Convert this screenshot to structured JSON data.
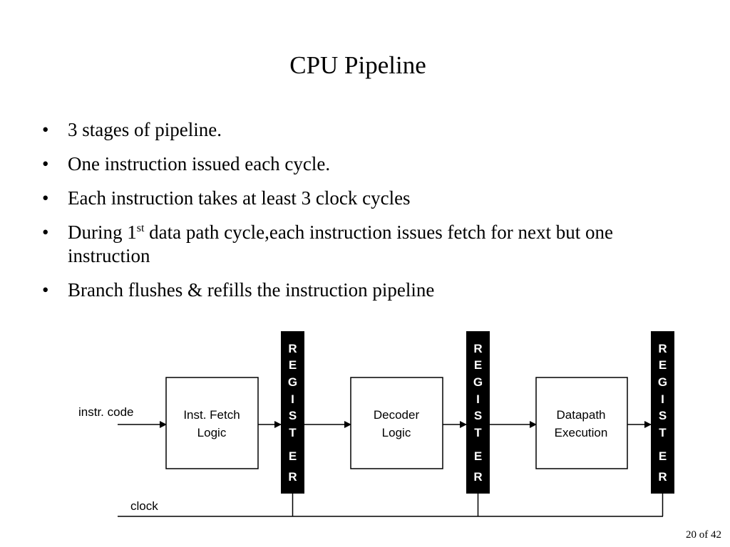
{
  "slide": {
    "title": "CPU Pipeline",
    "bullets": [
      {
        "text": "3 stages of pipeline."
      },
      {
        "text": "One  instruction issued each cycle."
      },
      {
        "text": "Each instruction takes at least 3 clock cycles"
      },
      {
        "pre": "During 1",
        "sup": "st",
        "post": " data path cycle,each instruction issues fetch for next but one instruction"
      },
      {
        "text": "Branch flushes & refills the instruction pipeline"
      }
    ],
    "page_number": "20 of 42"
  },
  "diagram": {
    "input_label": "instr. code",
    "clock_label": "clock",
    "stages": [
      {
        "line1": "Inst. Fetch",
        "line2": "Logic"
      },
      {
        "line1": "Decoder",
        "line2": "Logic"
      },
      {
        "line1": "Datapath",
        "line2": "Execution"
      }
    ],
    "register_letters": [
      "R",
      "E",
      "G",
      "I",
      "S",
      "T",
      "E",
      "R"
    ],
    "colors": {
      "register_fill": "#000000",
      "register_text": "#ffffff",
      "box_stroke": "#000000"
    }
  }
}
